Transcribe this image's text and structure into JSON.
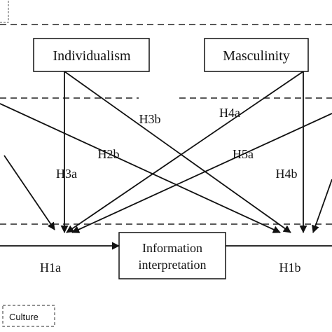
{
  "nodes": {
    "individualism": "Individualism",
    "masculinity": "Masculinity",
    "information_interpretation_line1": "Information",
    "information_interpretation_line2": "interpretation",
    "culture_legend": "Culture"
  },
  "hypotheses": {
    "h1a": "H1a",
    "h1b": "H1b",
    "h2b": "H2b",
    "h3a": "H3a",
    "h3b": "H3b",
    "h4a": "H4a",
    "h4b": "H4b",
    "h5a": "H5a"
  }
}
